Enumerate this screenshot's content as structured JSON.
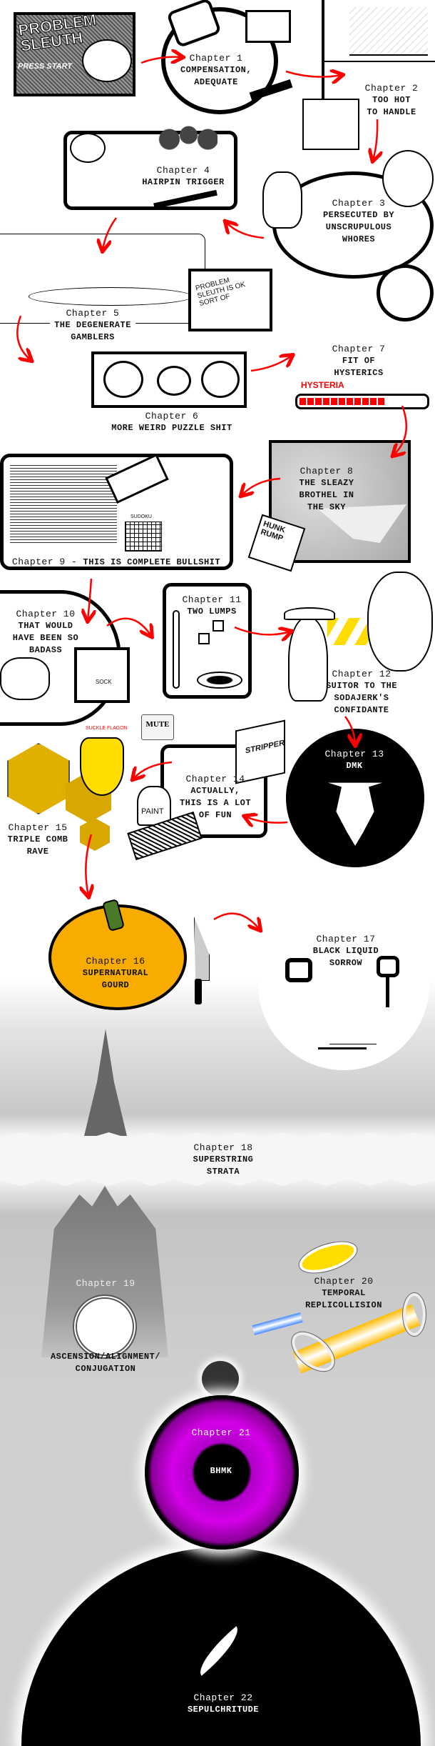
{
  "title_screen": {
    "logo": "PROBLEM SLEUTH",
    "prompt": "PRESS START"
  },
  "chapters": [
    {
      "label": "Chapter 1",
      "title": "COMPENSATION,\nADEQUATE"
    },
    {
      "label": "Chapter 2",
      "title": "TOO HOT\nTO HANDLE"
    },
    {
      "label": "Chapter 3",
      "title": "PERSECUTED BY\nUNSCRUPULOUS\nWHORES"
    },
    {
      "label": "Chapter 4",
      "title": "HAIRPIN TRIGGER"
    },
    {
      "label": "Chapter 5",
      "title": "THE DEGENERATE\nGAMBLERS"
    },
    {
      "label": "Chapter 6",
      "title": "MORE WEIRD PUZZLE SHIT"
    },
    {
      "label": "Chapter 7",
      "title": "FIT OF\nHYSTERICS"
    },
    {
      "label": "Chapter 8",
      "title": "THE SLEAZY\nBROTHEL IN\nTHE SKY"
    },
    {
      "label": "Chapter 9 - ",
      "title": "THIS IS COMPLETE BULLSHIT"
    },
    {
      "label": "Chapter 10",
      "title": "THAT WOULD\nHAVE BEEN SO\nBADASS"
    },
    {
      "label": "Chapter 11",
      "title": "TWO LUMPS"
    },
    {
      "label": "Chapter 12",
      "title": "SUITOR TO THE\nSODAJERK'S\nCONFIDANTE"
    },
    {
      "label": "Chapter 13",
      "title": "DMK"
    },
    {
      "label": "Chapter 14",
      "title": "ACTUALLY,\nTHIS IS A LOT\nOF FUN"
    },
    {
      "label": "Chapter 15",
      "title": "TRIPLE COMB\nRAVE"
    },
    {
      "label": "Chapter 16",
      "title": "SUPERNATURAL\nGOURD"
    },
    {
      "label": "Chapter 17",
      "title": "BLACK LIQUID\nSORROW"
    },
    {
      "label": "Chapter 18",
      "title": "SUPERSTRING\nSTRATA"
    },
    {
      "label": "Chapter 19",
      "title": "ASCENSION/ALIGNMENT/\nCONJUGATION"
    },
    {
      "label": "Chapter 20",
      "title": "TEMPORAL REPLICOLLISION"
    },
    {
      "label": "Chapter 21",
      "title": "BHMK"
    },
    {
      "label": "Chapter 22",
      "title": "SEPULCHRITUDE"
    }
  ],
  "hysteria_meter": {
    "label": "HYSTERIA",
    "level_percent": 68,
    "color": "#ff0000"
  },
  "drawn_lettering": {
    "note": "PROBLEM SLEUTH IS OK SORT OF",
    "sudoku": "SUDOKU",
    "magazine": "HUNK RUMP",
    "sock": "SOCK",
    "flagon": "SUCKLE FLAGON",
    "mute_button": "MUTE",
    "can": "STRIPPER",
    "paint": "PAINT"
  },
  "colors": {
    "arrow": "#ff0000",
    "pumpkin": "#f8ac00",
    "purple": "#cc00dd",
    "honey": "#e0b000",
    "stripe": "#ffdd00"
  }
}
